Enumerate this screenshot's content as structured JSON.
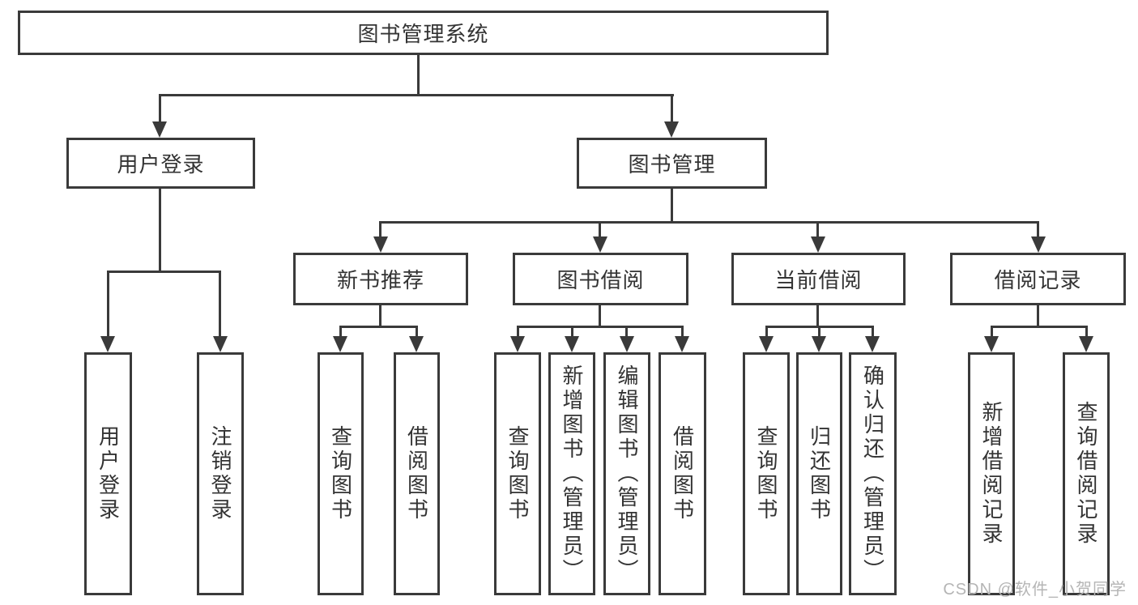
{
  "nodes": {
    "root": "图书管理系统",
    "user_login": "用户登录",
    "book_mgmt": "图书管理",
    "new_book_rec": "新书推荐",
    "book_borrow": "图书借阅",
    "current_borrow": "当前借阅",
    "borrow_record": "借阅记录",
    "leaf_user_login": "用户登录",
    "leaf_logout": "注销登录",
    "leaf_nbr_query": "查询图书",
    "leaf_nbr_borrow": "借阅图书",
    "leaf_bb_query": "查询图书",
    "leaf_bb_add": "新增图书（管理员）",
    "leaf_bb_edit": "编辑图书（管理员）",
    "leaf_bb_borrow": "借阅图书",
    "leaf_cb_query": "查询图书",
    "leaf_cb_return": "归还图书",
    "leaf_cb_confirm": "确认归还（管理员）",
    "leaf_br_add": "新增借阅记录",
    "leaf_br_query": "查询借阅记录"
  },
  "hierarchy": {
    "图书管理系统": {
      "用户登录": [
        "用户登录",
        "注销登录"
      ],
      "图书管理": {
        "新书推荐": [
          "查询图书",
          "借阅图书"
        ],
        "图书借阅": [
          "查询图书",
          "新增图书（管理员）",
          "编辑图书（管理员）",
          "借阅图书"
        ],
        "当前借阅": [
          "查询图书",
          "归还图书",
          "确认归还（管理员）"
        ],
        "借阅记录": [
          "新增借阅记录",
          "查询借阅记录"
        ]
      }
    }
  },
  "watermark": "CSDN @软件_小贺同学",
  "colors": {
    "line": "#3a3a3a",
    "text": "#333333",
    "watermark": "#b5b5b5",
    "background": "#ffffff"
  }
}
